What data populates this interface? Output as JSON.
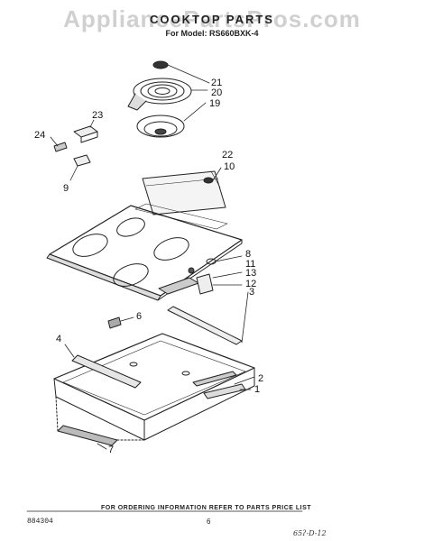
{
  "watermark": "AppliancePartsPros.com",
  "title": "COOKTOP PARTS",
  "subtitle": "For Model: RS660BXK-4",
  "callouts": {
    "c21": "21",
    "c20": "20",
    "c19": "19",
    "c23": "23",
    "c24": "24",
    "c9": "9",
    "c22": "22",
    "c10": "10",
    "c8": "8",
    "c11": "11",
    "c13": "13",
    "c12": "12",
    "c3": "3",
    "c6": "6",
    "c4": "4",
    "c2": "2",
    "c1": "1",
    "c7": "7"
  },
  "footer": {
    "note": "FOR ORDERING INFORMATION REFER TO PARTS PRICE LIST",
    "doc_number": "884304",
    "page_number": "6",
    "handwritten": "65ʔ-D-12"
  }
}
